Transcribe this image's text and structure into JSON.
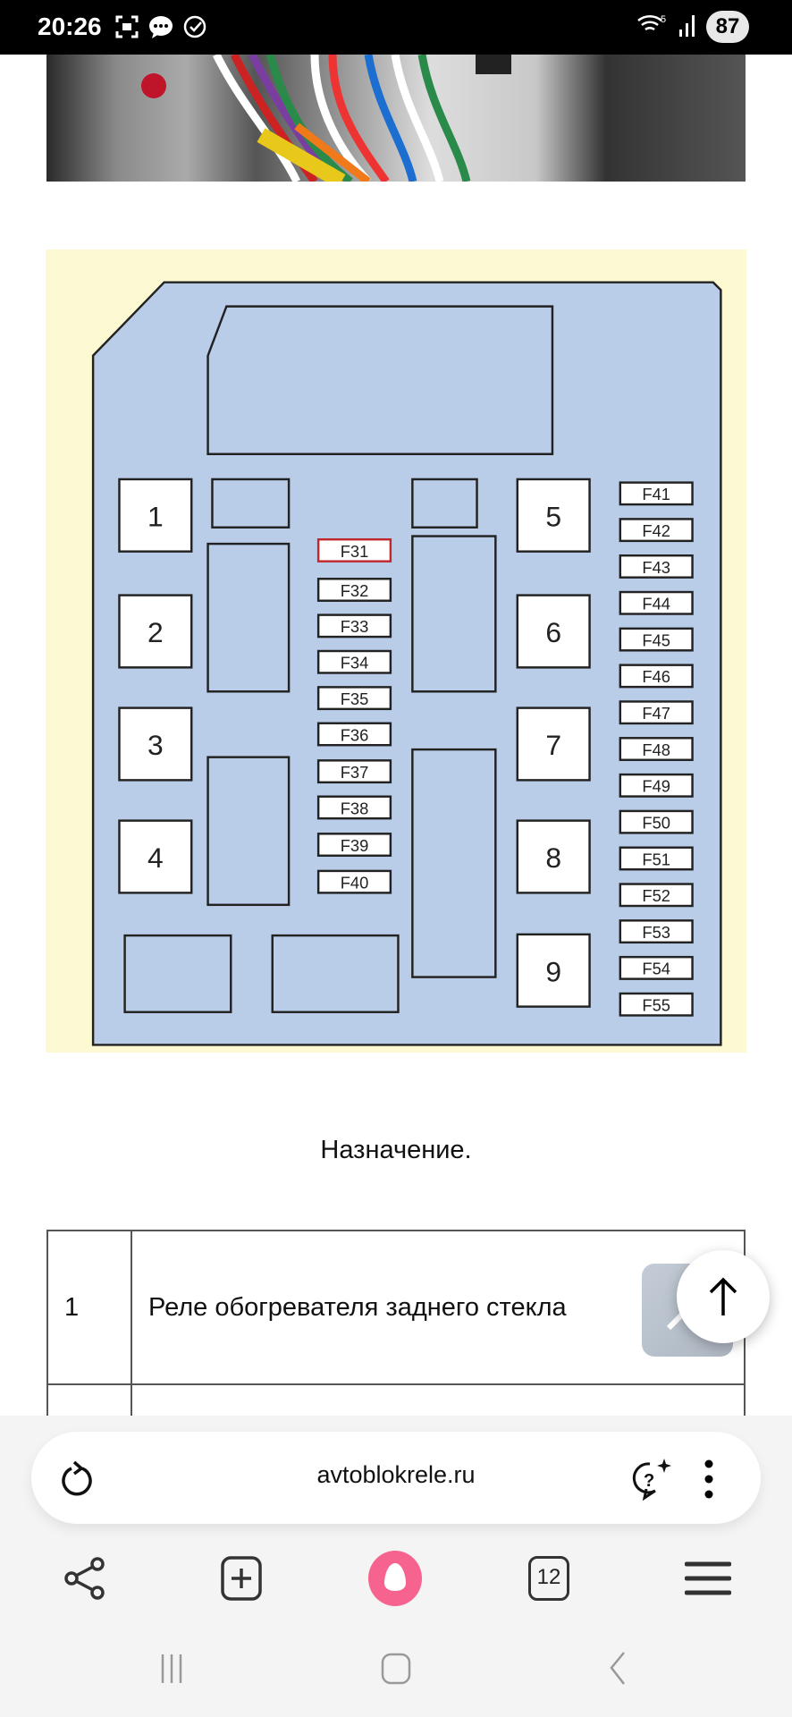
{
  "status_bar": {
    "time": "20:26",
    "battery": "87",
    "network": "5"
  },
  "diagram": {
    "relays": [
      "1",
      "2",
      "3",
      "4",
      "5",
      "6",
      "7",
      "8",
      "9"
    ],
    "fuses_center": [
      "F31",
      "F32",
      "F33",
      "F34",
      "F35",
      "F36",
      "F37",
      "F38",
      "F39",
      "F40"
    ],
    "fuses_right": [
      "F41",
      "F42",
      "F43",
      "F44",
      "F45",
      "F46",
      "F47",
      "F48",
      "F49",
      "F50",
      "F51",
      "F52",
      "F53",
      "F54",
      "F55"
    ],
    "highlighted_fuse": "F31",
    "colors": {
      "background": "#fdf9d2",
      "box": "#b9cde8",
      "highlight": "#c0282d"
    }
  },
  "caption": "Назначение.",
  "table": {
    "rows": [
      {
        "num": "1",
        "desc": "Реле обогревателя заднего стекла"
      }
    ]
  },
  "browser": {
    "url": "avtoblokrele.ru",
    "tabs_count": "12",
    "accent": "#f7638f"
  }
}
